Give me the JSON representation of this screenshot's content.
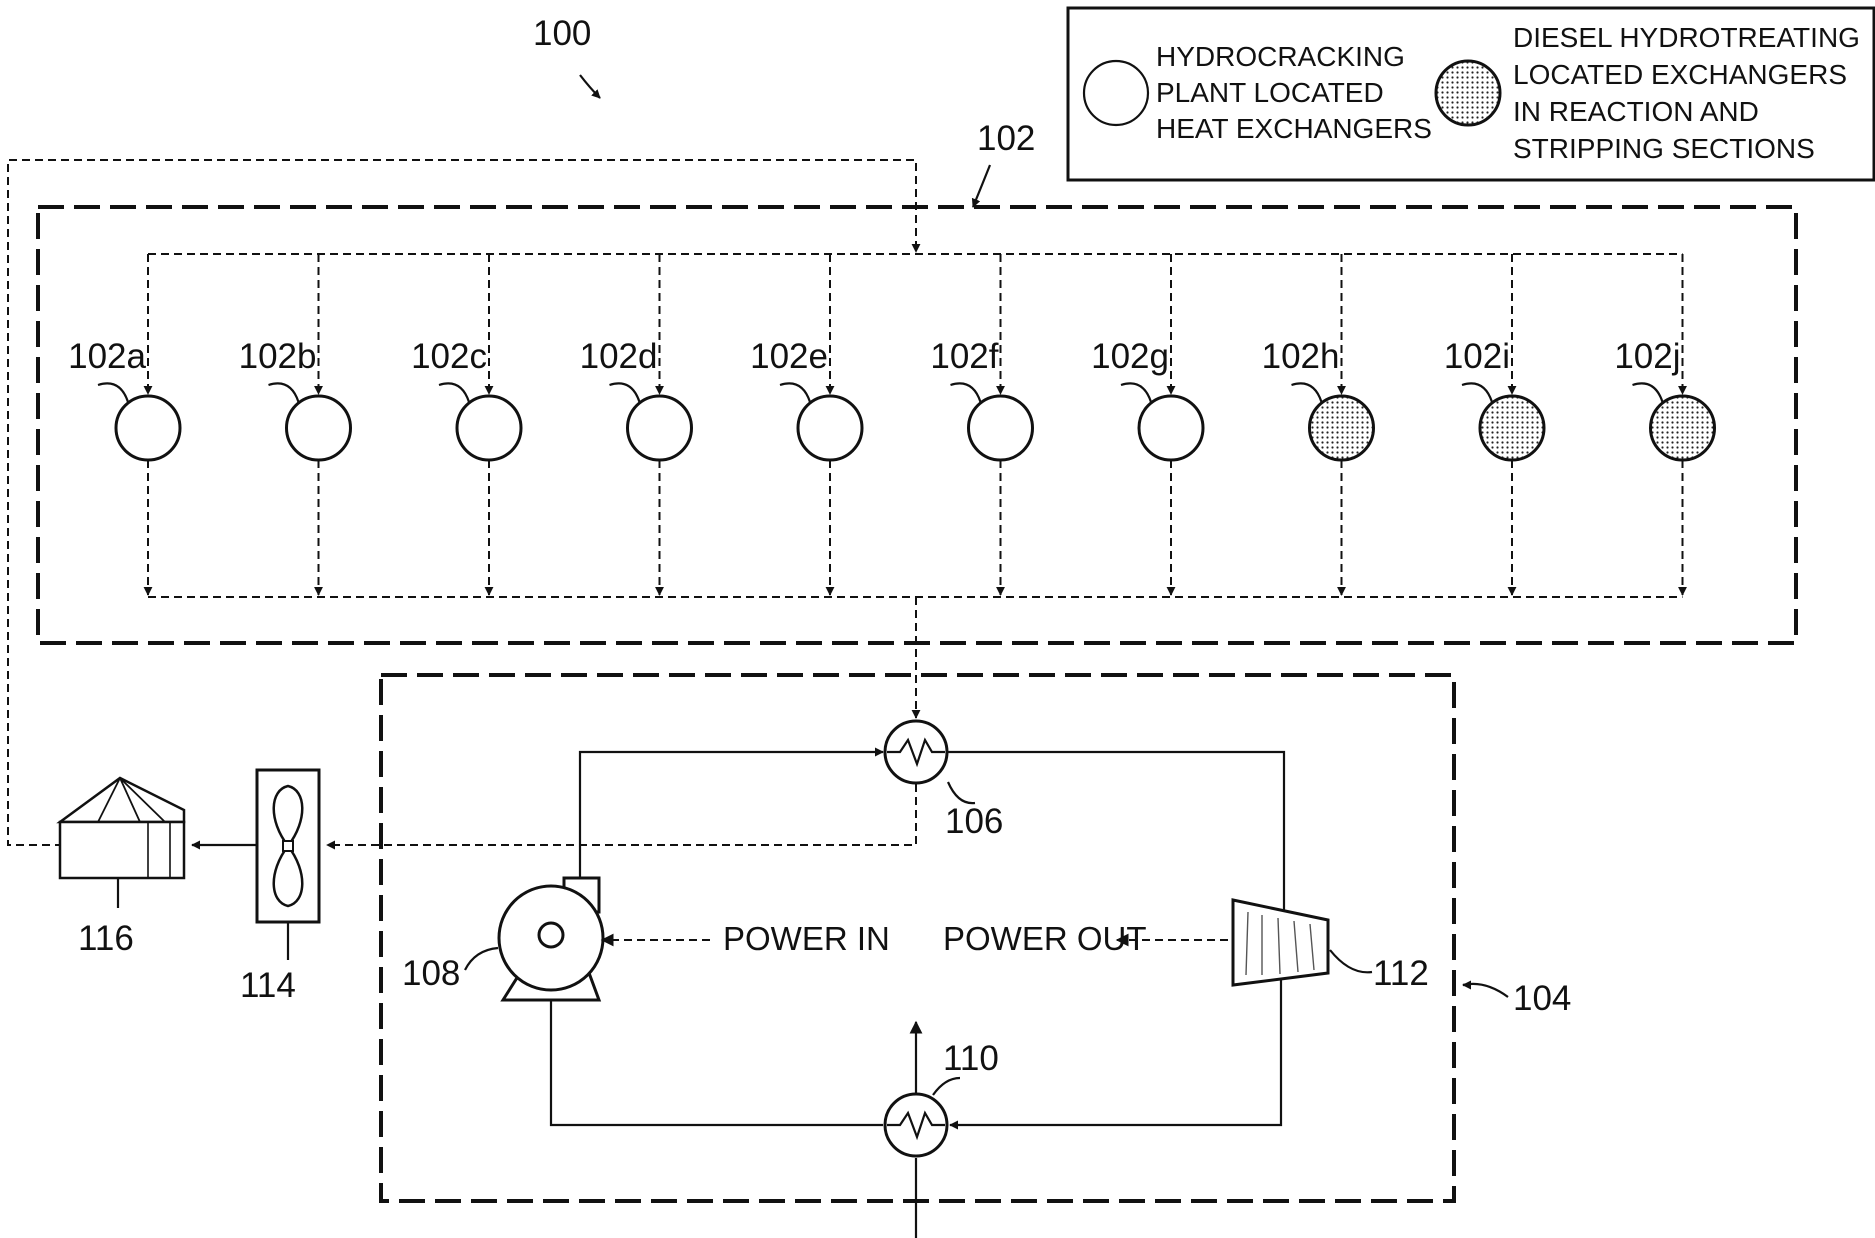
{
  "legend": {
    "plain_label_lines": [
      "HYDROCRACKING",
      "PLANT LOCATED",
      "HEAT EXCHANGERS"
    ],
    "dotted_label_lines": [
      "DIESEL HYDROTREATING",
      "LOCATED EXCHANGERS",
      "IN REACTION AND",
      "STRIPPING SECTIONS"
    ]
  },
  "refs": {
    "system": "100",
    "network": "102",
    "orc": "104",
    "evaporator": "106",
    "pump": "108",
    "condenser": "110",
    "turbine": "112",
    "cooler": "114",
    "tank": "116"
  },
  "exchangers": [
    {
      "label": "102a",
      "type": "plain"
    },
    {
      "label": "102b",
      "type": "plain"
    },
    {
      "label": "102c",
      "type": "plain"
    },
    {
      "label": "102d",
      "type": "plain"
    },
    {
      "label": "102e",
      "type": "plain"
    },
    {
      "label": "102f",
      "type": "plain"
    },
    {
      "label": "102g",
      "type": "plain"
    },
    {
      "label": "102h",
      "type": "dotted"
    },
    {
      "label": "102i",
      "type": "dotted"
    },
    {
      "label": "102j",
      "type": "dotted"
    }
  ],
  "labels": {
    "power_in": "POWER IN",
    "power_out": "POWER OUT"
  }
}
